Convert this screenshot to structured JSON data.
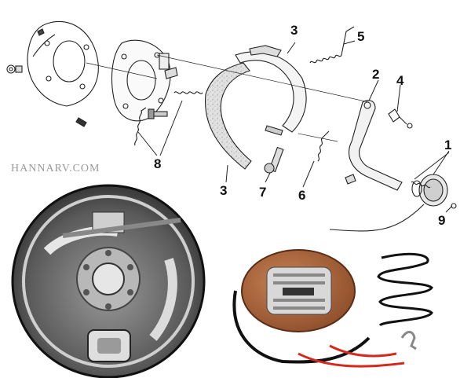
{
  "watermark": "HANNARV.COM",
  "callouts": [
    {
      "id": "1",
      "label": "1"
    },
    {
      "id": "2",
      "label": "2"
    },
    {
      "id": "3a",
      "label": "3"
    },
    {
      "id": "3b",
      "label": "3"
    },
    {
      "id": "4",
      "label": "4"
    },
    {
      "id": "5",
      "label": "5"
    },
    {
      "id": "6",
      "label": "6"
    },
    {
      "id": "7",
      "label": "7"
    },
    {
      "id": "8",
      "label": "8"
    },
    {
      "id": "9",
      "label": "9"
    }
  ],
  "colors": {
    "line": "#222222",
    "lining": "#d8d8d8",
    "magnet_copper": "#b0663a",
    "wire_red": "#d42a1e",
    "photo_dark": "#3a3a3a"
  }
}
